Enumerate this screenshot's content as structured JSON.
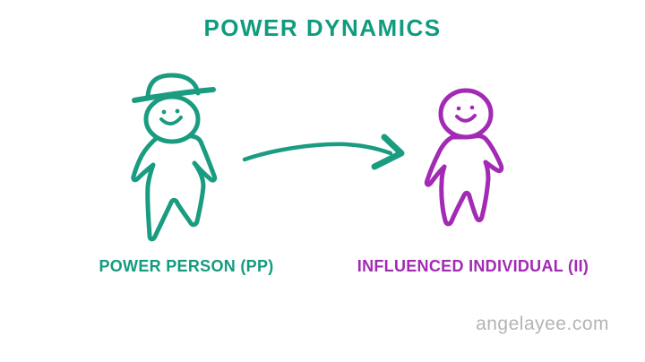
{
  "title": {
    "text": "POWER DYNAMICS",
    "color": "#119B7E"
  },
  "diagram": {
    "power_person": {
      "label": "POWER PERSON (PP)",
      "color": "#1A9C80",
      "features": [
        "hat",
        "smiley-face"
      ]
    },
    "influenced_individual": {
      "label": "INFLUENCED INDIVIDUAL (II)",
      "color": "#A22AB4",
      "features": [
        "smiley-face"
      ]
    },
    "arrow": {
      "from": "power_person",
      "to": "influenced_individual",
      "direction": "left-to-right",
      "color": "#1A9C80"
    }
  },
  "watermark": {
    "text": "angelayee.com",
    "color": "#B4B4B4"
  }
}
